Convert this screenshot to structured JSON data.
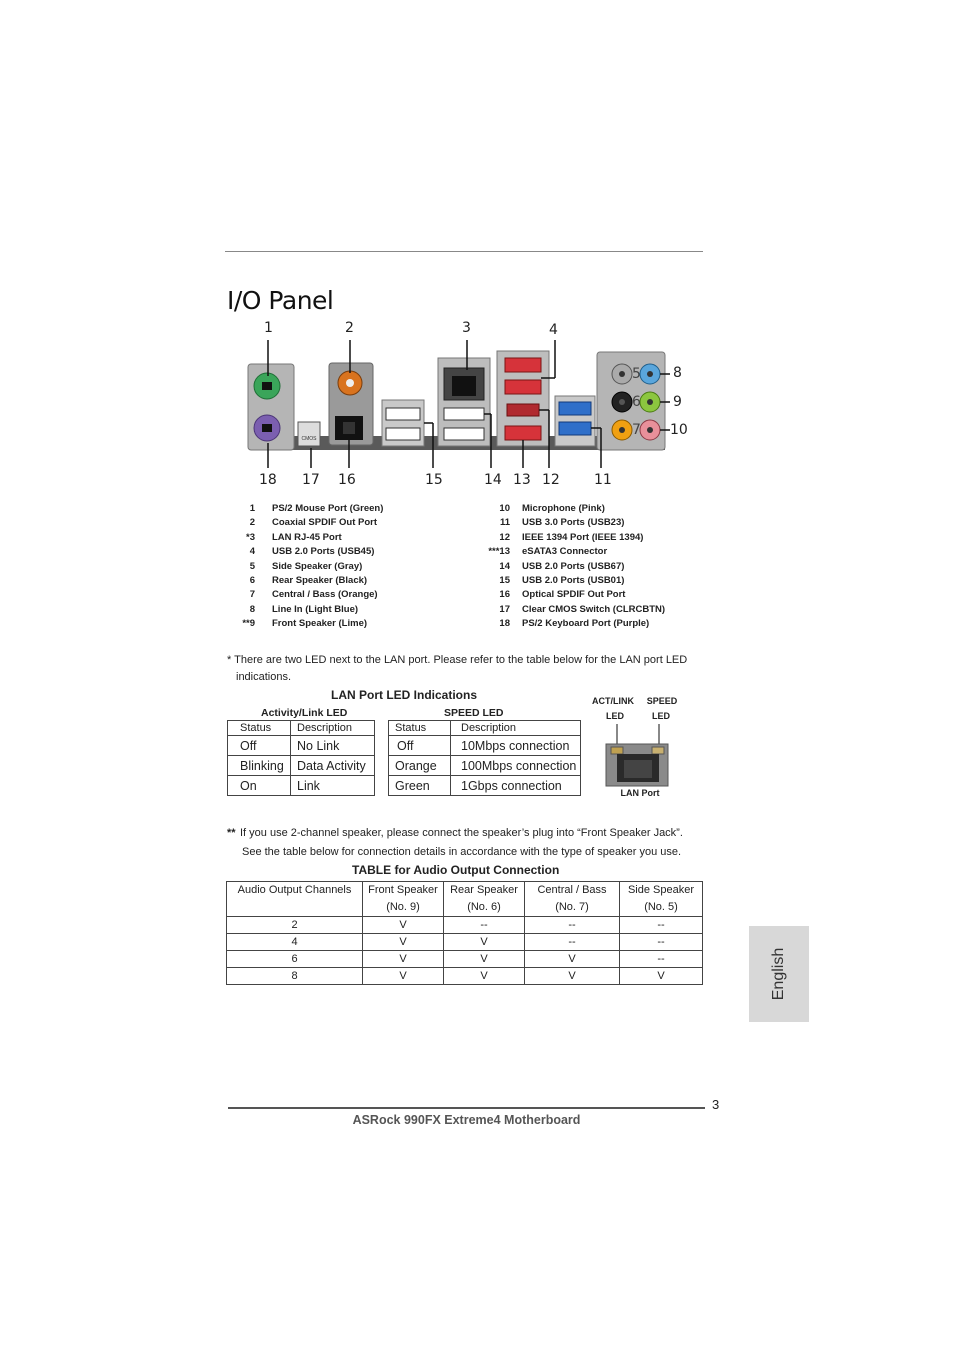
{
  "title": "I/O Panel",
  "callouts_top": [
    "1",
    "2",
    "3",
    "4"
  ],
  "callouts_right": [
    "8",
    "9",
    "10"
  ],
  "callouts_inline": [
    "5",
    "6",
    "7"
  ],
  "callouts_bottom": [
    "18",
    "17",
    "16",
    "15",
    "14",
    "13",
    "12",
    "11"
  ],
  "cmos_button_text": "CMOS",
  "legend_left": [
    {
      "num": "1",
      "label": "PS/2  Mouse  Port  (Green)"
    },
    {
      "num": "2",
      "label": "Coaxial  SPDIF  Out  Port"
    },
    {
      "num": "*3",
      "label": "LAN  RJ-45  Port"
    },
    {
      "num": "4",
      "label": "USB 2.0  Ports  (USB45)"
    },
    {
      "num": "5",
      "label": "Side  Speaker  (Gray)"
    },
    {
      "num": "6",
      "label": "Rear  Speaker  (Black)"
    },
    {
      "num": "7",
      "label": "Central / Bass  (Orange)"
    },
    {
      "num": "8",
      "label": "Line  In  (Light  Blue)"
    },
    {
      "num": "**9",
      "label": "Front  Speaker  (Lime)"
    }
  ],
  "legend_right": [
    {
      "num": "10",
      "label": "Microphone  (Pink)"
    },
    {
      "num": "11",
      "label": "USB 3.0  Ports  (USB23)"
    },
    {
      "num": "12",
      "label": "IEEE  1394  Port  (IEEE  1394)"
    },
    {
      "num": "***13",
      "label": "eSATA3  Connector"
    },
    {
      "num": "14",
      "label": "USB 2.0  Ports  (USB67)"
    },
    {
      "num": "15",
      "label": "USB 2.0  Ports  (USB01)"
    },
    {
      "num": "16",
      "label": "Optical  SPDIF  Out  Port"
    },
    {
      "num": "17",
      "label": "Clear  CMOS  Switch  (CLRCBTN)"
    },
    {
      "num": "18",
      "label": "PS/2  Keyboard  Port  (Purple)"
    }
  ],
  "lan_note_line1": "* There are two LED next to the LAN port. Please refer to the table below for the LAN port LED",
  "lan_note_line2": "indications.",
  "lan_table_title": "LAN Port LED Indications",
  "activity_title": "Activity/Link LED",
  "speed_title": "SPEED LED",
  "activity_table": {
    "headers": [
      "Status",
      "Description"
    ],
    "rows": [
      [
        "Off",
        "No Link"
      ],
      [
        "Blinking",
        "Data Activity"
      ],
      [
        "On",
        "Link"
      ]
    ]
  },
  "speed_table": {
    "headers": [
      "Status",
      "Description"
    ],
    "rows": [
      [
        "Off",
        "10Mbps connection"
      ],
      [
        "Orange",
        "100Mbps connection"
      ],
      [
        "Green",
        "1Gbps connection"
      ]
    ]
  },
  "lan_diagram": {
    "led_left_line1": "ACT/LINK",
    "led_left_line2": "LED",
    "led_right_line1": "SPEED",
    "led_right_line2": "LED",
    "caption": "LAN Port"
  },
  "speaker_note_mark": "**",
  "speaker_note_line1": "If you use 2-channel speaker, please connect the speaker’s plug into “Front Speaker Jack”.",
  "speaker_note_line2": "See the table below for connection details in accordance with the type of speaker you use.",
  "audio_table_title": "TABLE for Audio Output  Connection",
  "audio_table": {
    "headers": [
      [
        "Audio Output Channels",
        ""
      ],
      [
        "Front Speaker",
        "(No. 9)"
      ],
      [
        "Rear Speaker",
        "(No. 6)"
      ],
      [
        "Central / Bass",
        "(No. 7)"
      ],
      [
        "Side Speaker",
        "(No. 5)"
      ]
    ],
    "rows": [
      [
        "2",
        "V",
        "--",
        "--",
        "--"
      ],
      [
        "4",
        "V",
        "V",
        "--",
        "--"
      ],
      [
        "6",
        "V",
        "V",
        "V",
        "--"
      ],
      [
        "8",
        "V",
        "V",
        "V",
        "V"
      ]
    ]
  },
  "side_tab": "English",
  "page_number": "3",
  "footer": "ASRock  990FX Extreme4  Motherboard",
  "colors": {
    "ps2_mouse": "#3aa55a",
    "ps2_keyboard": "#7b5fb0",
    "coaxial": "#d9731e",
    "esata": "#d6333a",
    "usb3": "#2f6fc9",
    "line_in": "#5aa6dc",
    "front": "#8cc63f",
    "center": "#f0a012",
    "mic": "#e8909a",
    "side": "#aaaaaa",
    "rear": "#222222",
    "side_tab": "#d8d8d8"
  }
}
